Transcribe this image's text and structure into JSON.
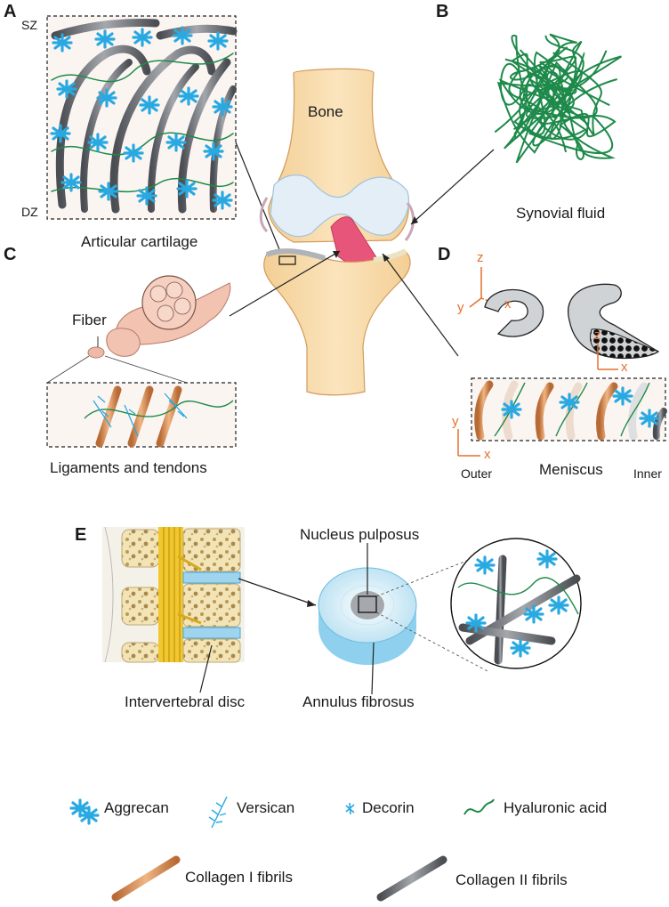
{
  "panels": {
    "a": {
      "letter": "A",
      "top_label": "SZ",
      "bottom_label": "DZ",
      "caption": "Articular cartilage"
    },
    "b": {
      "letter": "B",
      "caption": "Synovial fluid"
    },
    "c": {
      "letter": "C",
      "fiber_label": "Fiber",
      "caption": "Ligaments and tendons"
    },
    "d": {
      "letter": "D",
      "caption": "Meniscus",
      "outer_label": "Outer",
      "inner_label": "Inner",
      "axis_z": "z",
      "axis_y": "y",
      "axis_x": "x"
    },
    "e": {
      "letter": "E",
      "nucleus_label": "Nucleus pulposus",
      "disc_label": "Intervertebral disc",
      "annulus_label": "Annulus fibrosus"
    }
  },
  "knee": {
    "bone_label": "Bone"
  },
  "legend": {
    "aggrecan": "Aggrecan",
    "versican": "Versican",
    "decorin": "Decorin",
    "hyaluronic": "Hyaluronic acid",
    "collagen1": "Collagen I fibrils",
    "collagen2": "Collagen II fibrils"
  },
  "colors": {
    "aggrecan": "#29a9e1",
    "hyaluronic": "#1e8a4a",
    "collagen1": "#d9925a",
    "collagen2": "#6b6f74",
    "bone": "#f7d9a8",
    "axis": "#e5702b"
  }
}
